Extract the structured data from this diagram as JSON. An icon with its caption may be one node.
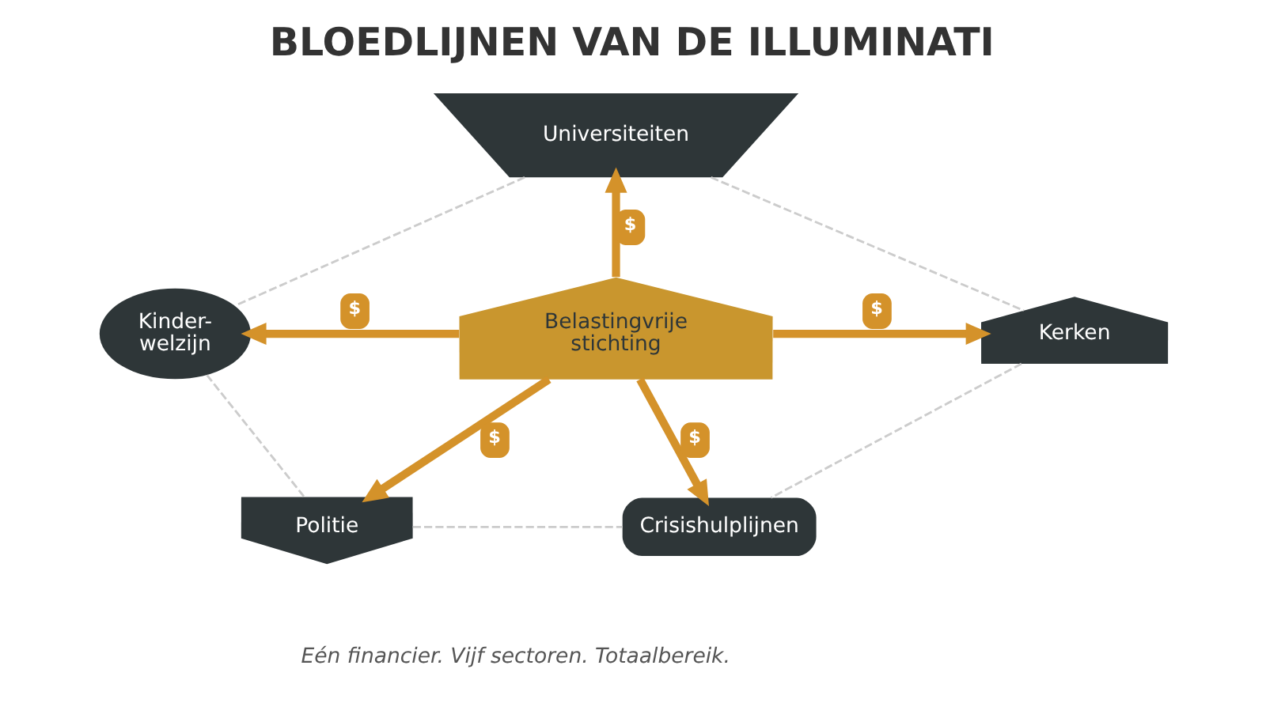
{
  "diagram": {
    "title": "BLOEDLIJNEN VAN DE ILLUMINATI",
    "caption": "Eén financier. Vijf sectoren. Totaalbereik.",
    "nodes": [
      {
        "text": [
          "Universiteiten"
        ]
      },
      {
        "text": [
          "Kinder- welzijn"
        ]
      },
      {
        "text": [
          "Kerken"
        ]
      },
      {
        "text": [
          "Belastingvrije stichting"
        ]
      },
      {
        "text": [
          "Politie"
        ]
      },
      {
        "text": [
          "Crisishulplijnen"
        ]
      }
    ],
    "edges": [
      {
        "from": 3,
        "to": 0,
        "arrow": "to",
        "label": "$",
        "style": "thick",
        "color": "#d4922a"
      },
      {
        "from": 3,
        "to": 2,
        "arrow": "to",
        "label": "$",
        "style": "thick",
        "color": "#d4922a"
      },
      {
        "from": 3,
        "to": 5,
        "arrow": "to",
        "label": "$",
        "style": "thick",
        "color": "#d4922a"
      },
      {
        "from": 3,
        "to": 4,
        "arrow": "to",
        "label": "$",
        "style": "thick",
        "color": "#d4922a"
      },
      {
        "from": 3,
        "to": 1,
        "arrow": "to",
        "label": "$",
        "style": "thick",
        "color": "#d4922a"
      },
      {
        "from": 0,
        "to": 2,
        "arrow": "none",
        "style": "dashed",
        "color": "#cccccc"
      },
      {
        "from": 2,
        "to": 5,
        "arrow": "none",
        "style": "dashed",
        "color": "#cccccc"
      },
      {
        "from": 5,
        "to": 4,
        "arrow": "none",
        "style": "dashed",
        "color": "#cccccc"
      },
      {
        "from": 4,
        "to": 1,
        "arrow": "none",
        "style": "dashed",
        "color": "#cccccc"
      },
      {
        "from": 1,
        "to": 0,
        "arrow": "none",
        "style": "dashed",
        "color": "#cccccc"
      }
    ]
  }
}
